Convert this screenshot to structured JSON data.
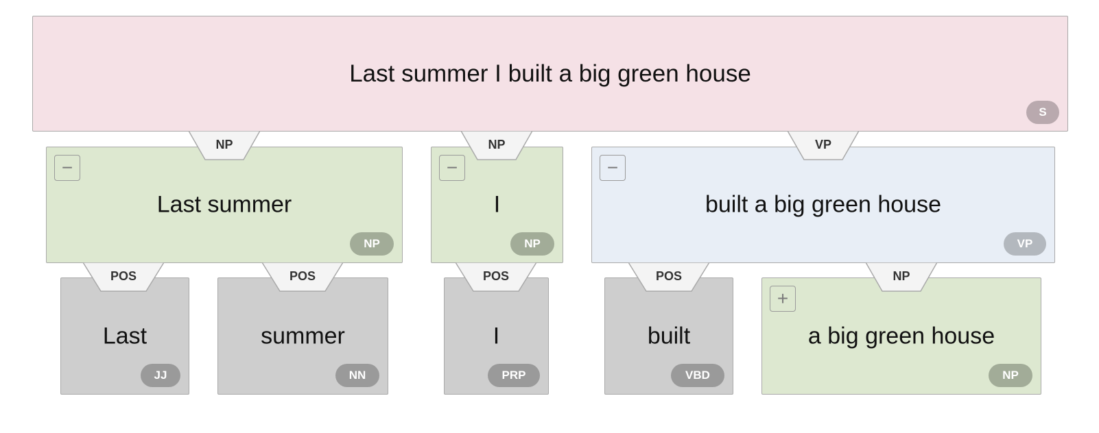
{
  "nodes": {
    "root": {
      "text": "Last summer I built a big green house",
      "tag": "S"
    },
    "np_last_summer": {
      "text": "Last summer",
      "tag": "NP",
      "edge": "NP",
      "toggle": "−"
    },
    "np_i": {
      "text": "I",
      "tag": "NP",
      "edge": "NP",
      "toggle": "−"
    },
    "vp": {
      "text": "built a big green house",
      "tag": "VP",
      "edge": "VP",
      "toggle": "−"
    },
    "last": {
      "text": "Last",
      "tag": "JJ",
      "edge": "POS"
    },
    "summer": {
      "text": "summer",
      "tag": "NN",
      "edge": "POS"
    },
    "i_word": {
      "text": "I",
      "tag": "PRP",
      "edge": "POS"
    },
    "built": {
      "text": "built",
      "tag": "VBD",
      "edge": "POS"
    },
    "np_house": {
      "text": "a big green house",
      "tag": "NP",
      "edge": "NP",
      "toggle": "+"
    }
  },
  "colors": {
    "S": "#f5e1e6",
    "NP": "#dde8d0",
    "VP": "#e8eef6",
    "POS": "#cecece"
  }
}
